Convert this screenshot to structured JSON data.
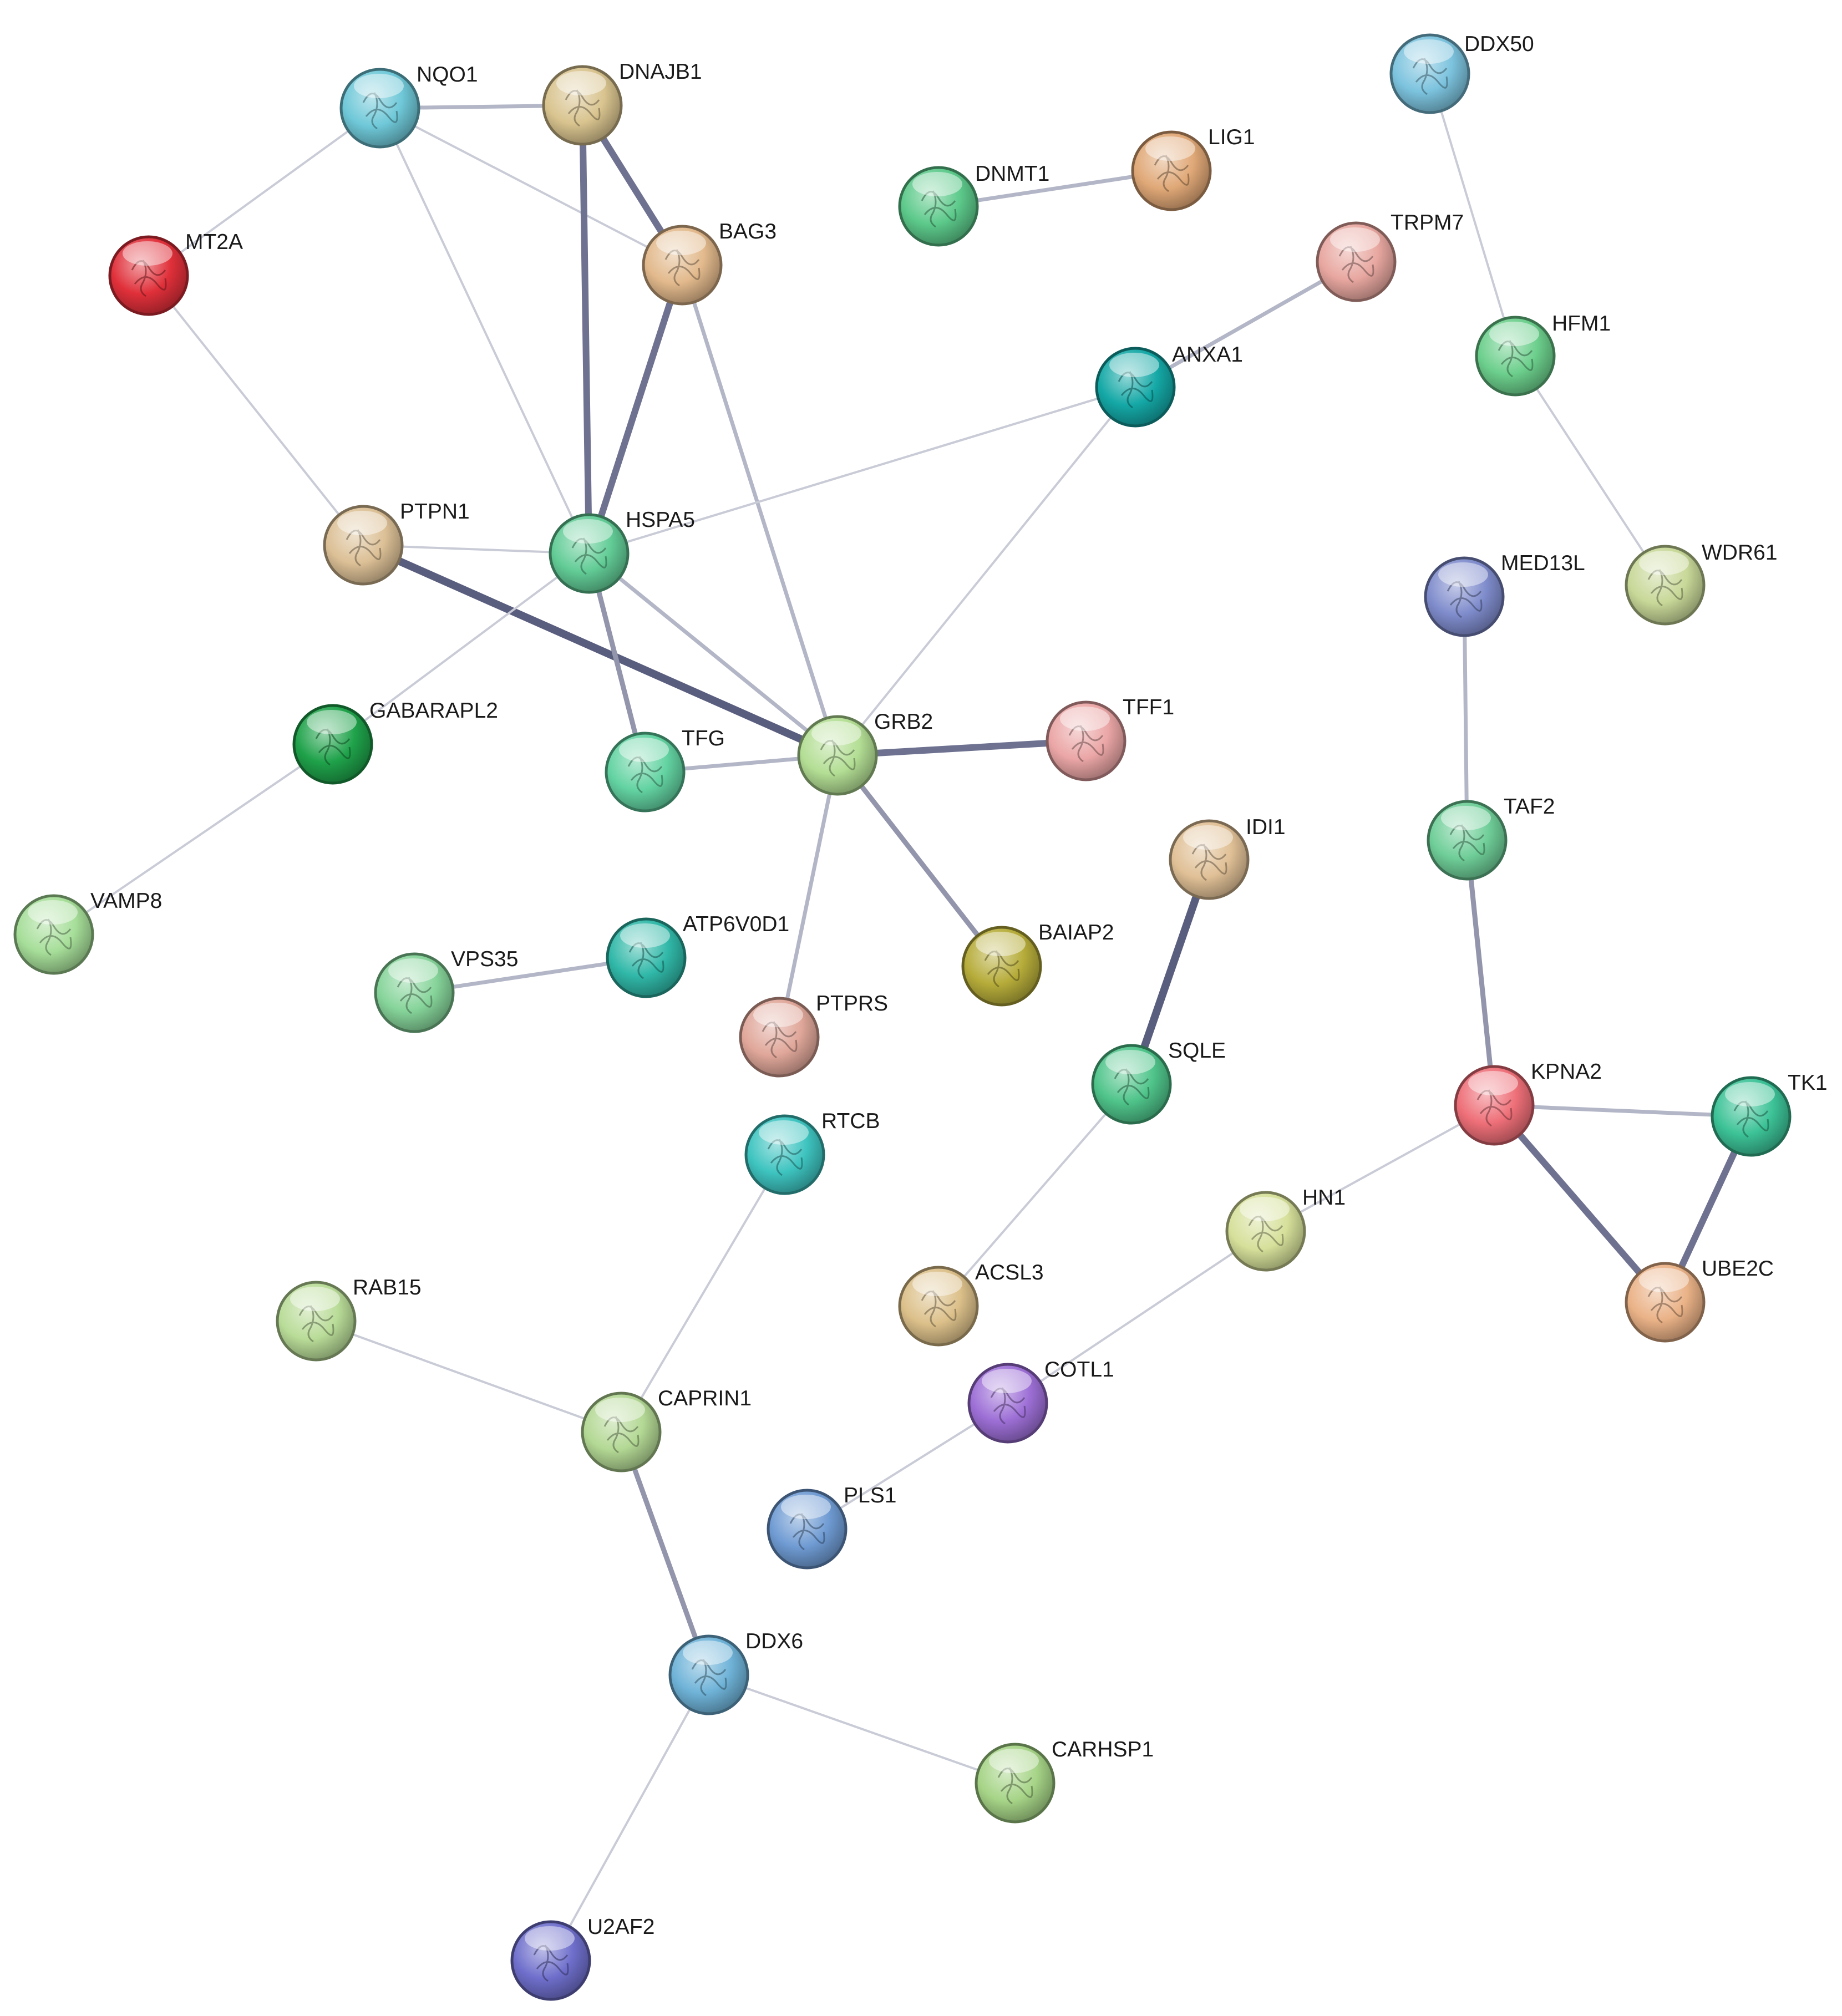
{
  "nodes": [
    {
      "id": "NQO1",
      "label": "NQO1",
      "color": "#6fc8d8"
    },
    {
      "id": "DNAJB1",
      "label": "DNAJB1",
      "color": "#d9c48f"
    },
    {
      "id": "MT2A",
      "label": "MT2A",
      "color": "#e0303a"
    },
    {
      "id": "BAG3",
      "label": "BAG3",
      "color": "#e2b98c"
    },
    {
      "id": "DNMT1",
      "label": "DNMT1",
      "color": "#5cc98a"
    },
    {
      "id": "LIG1",
      "label": "LIG1",
      "color": "#e0a877"
    },
    {
      "id": "DDX50",
      "label": "DDX50",
      "color": "#7cc3de"
    },
    {
      "id": "TRPM7",
      "label": "TRPM7",
      "color": "#e8a7a0"
    },
    {
      "id": "HFM1",
      "label": "HFM1",
      "color": "#6ccf8c"
    },
    {
      "id": "ANXA1",
      "label": "ANXA1",
      "color": "#14a8a6"
    },
    {
      "id": "PTPN1",
      "label": "PTPN1",
      "color": "#dcc096"
    },
    {
      "id": "HSPA5",
      "label": "HSPA5",
      "color": "#62cc96"
    },
    {
      "id": "MED13L",
      "label": "MED13L",
      "color": "#7f8ccc"
    },
    {
      "id": "WDR61",
      "label": "WDR61",
      "color": "#c8d898"
    },
    {
      "id": "GABARAPL2",
      "label": "GABARAPL2",
      "color": "#1fa24a"
    },
    {
      "id": "TFF1",
      "label": "TFF1",
      "color": "#eba6a6"
    },
    {
      "id": "GRB2",
      "label": "GRB2",
      "color": "#b3de94"
    },
    {
      "id": "TFG",
      "label": "TFG",
      "color": "#63d3a2"
    },
    {
      "id": "TAF2",
      "label": "TAF2",
      "color": "#6fce98"
    },
    {
      "id": "IDI1",
      "label": "IDI1",
      "color": "#e0c096"
    },
    {
      "id": "VAMP8",
      "label": "VAMP8",
      "color": "#a6de99"
    },
    {
      "id": "ATP6V0D1",
      "label": "ATP6V0D1",
      "color": "#30b8a8"
    },
    {
      "id": "BAIAP2",
      "label": "BAIAP2",
      "color": "#b6ac3a"
    },
    {
      "id": "VPS35",
      "label": "VPS35",
      "color": "#86d49a"
    },
    {
      "id": "PTPRS",
      "label": "PTPRS",
      "color": "#e0a79a"
    },
    {
      "id": "SQLE",
      "label": "SQLE",
      "color": "#4fc48a"
    },
    {
      "id": "KPNA2",
      "label": "KPNA2",
      "color": "#ee6f78"
    },
    {
      "id": "TK1",
      "label": "TK1",
      "color": "#3cc296"
    },
    {
      "id": "RTCB",
      "label": "RTCB",
      "color": "#3ec4c0"
    },
    {
      "id": "HN1",
      "label": "HN1",
      "color": "#d6e09a"
    },
    {
      "id": "UBE2C",
      "label": "UBE2C",
      "color": "#eab287"
    },
    {
      "id": "ACSL3",
      "label": "ACSL3",
      "color": "#dcc08a"
    },
    {
      "id": "RAB15",
      "label": "RAB15",
      "color": "#b9dc98"
    },
    {
      "id": "COTL1",
      "label": "COTL1",
      "color": "#9d6fd6"
    },
    {
      "id": "CAPRIN1",
      "label": "CAPRIN1",
      "color": "#b3d894"
    },
    {
      "id": "PLS1",
      "label": "PLS1",
      "color": "#6f9bd3"
    },
    {
      "id": "DDX6",
      "label": "DDX6",
      "color": "#6fb3d8"
    },
    {
      "id": "CARHSP1",
      "label": "CARHSP1",
      "color": "#a6d487"
    },
    {
      "id": "U2AF2",
      "label": "U2AF2",
      "color": "#6f6fcc"
    }
  ],
  "edges": [
    {
      "source": "NQO1",
      "target": "DNAJB1",
      "weight": 2
    },
    {
      "source": "NQO1",
      "target": "MT2A",
      "weight": 1
    },
    {
      "source": "NQO1",
      "target": "BAG3",
      "weight": 1
    },
    {
      "source": "NQO1",
      "target": "HSPA5",
      "weight": 1
    },
    {
      "source": "DNAJB1",
      "target": "HSPA5",
      "weight": 4
    },
    {
      "source": "DNAJB1",
      "target": "BAG3",
      "weight": 4
    },
    {
      "source": "BAG3",
      "target": "HSPA5",
      "weight": 4
    },
    {
      "source": "BAG3",
      "target": "GRB2",
      "weight": 2
    },
    {
      "source": "MT2A",
      "target": "PTPN1",
      "weight": 1
    },
    {
      "source": "DNMT1",
      "target": "LIG1",
      "weight": 2
    },
    {
      "source": "DDX50",
      "target": "HFM1",
      "weight": 1
    },
    {
      "source": "TRPM7",
      "target": "ANXA1",
      "weight": 2
    },
    {
      "source": "ANXA1",
      "target": "HSPA5",
      "weight": 1
    },
    {
      "source": "ANXA1",
      "target": "GRB2",
      "weight": 1
    },
    {
      "source": "HFM1",
      "target": "WDR61",
      "weight": 1
    },
    {
      "source": "PTPN1",
      "target": "HSPA5",
      "weight": 1
    },
    {
      "source": "PTPN1",
      "target": "GRB2",
      "weight": 5
    },
    {
      "source": "HSPA5",
      "target": "GABARAPL2",
      "weight": 1
    },
    {
      "source": "HSPA5",
      "target": "TFG",
      "weight": 3
    },
    {
      "source": "HSPA5",
      "target": "GRB2",
      "weight": 2
    },
    {
      "source": "GRB2",
      "target": "TFG",
      "weight": 2
    },
    {
      "source": "GRB2",
      "target": "TFF1",
      "weight": 4
    },
    {
      "source": "GRB2",
      "target": "PTPRS",
      "weight": 2
    },
    {
      "source": "GRB2",
      "target": "BAIAP2",
      "weight": 3
    },
    {
      "source": "GABARAPL2",
      "target": "VAMP8",
      "weight": 1
    },
    {
      "source": "MED13L",
      "target": "TAF2",
      "weight": 2
    },
    {
      "source": "TAF2",
      "target": "KPNA2",
      "weight": 3
    },
    {
      "source": "IDI1",
      "target": "SQLE",
      "weight": 5
    },
    {
      "source": "VPS35",
      "target": "ATP6V0D1",
      "weight": 2
    },
    {
      "source": "SQLE",
      "target": "ACSL3",
      "weight": 1
    },
    {
      "source": "KPNA2",
      "target": "TK1",
      "weight": 2
    },
    {
      "source": "KPNA2",
      "target": "UBE2C",
      "weight": 4
    },
    {
      "source": "KPNA2",
      "target": "HN1",
      "weight": 1
    },
    {
      "source": "TK1",
      "target": "UBE2C",
      "weight": 4
    },
    {
      "source": "RTCB",
      "target": "CAPRIN1",
      "weight": 1
    },
    {
      "source": "HN1",
      "target": "COTL1",
      "weight": 1
    },
    {
      "source": "RAB15",
      "target": "CAPRIN1",
      "weight": 1
    },
    {
      "source": "COTL1",
      "target": "PLS1",
      "weight": 1
    },
    {
      "source": "CAPRIN1",
      "target": "DDX6",
      "weight": 3
    },
    {
      "source": "DDX6",
      "target": "CARHSP1",
      "weight": 1
    },
    {
      "source": "DDX6",
      "target": "U2AF2",
      "weight": 1
    }
  ]
}
